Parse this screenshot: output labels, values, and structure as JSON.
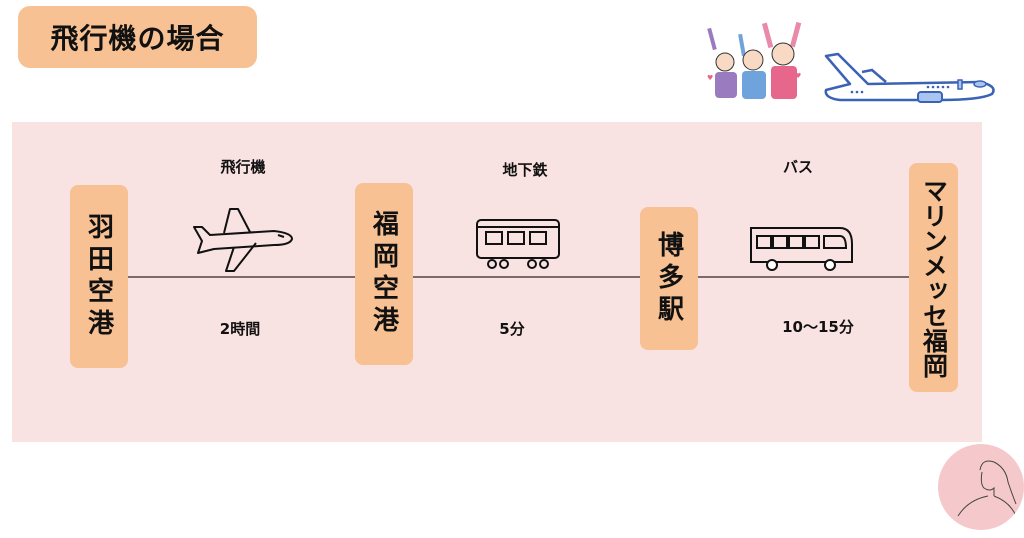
{
  "title": "飛行機の場合",
  "stations": [
    "羽田空港",
    "福岡空港",
    "博多駅",
    "マリンメッセ福岡"
  ],
  "segments": [
    {
      "mode": "飛行機",
      "duration": "2時間",
      "icon": "airplane-icon"
    },
    {
      "mode": "地下鉄",
      "duration": "5分",
      "icon": "train-icon"
    },
    {
      "mode": "バス",
      "duration": "10〜15分",
      "icon": "bus-icon"
    }
  ],
  "colors": {
    "station_box": "#f7c193",
    "panel": "#f9e3e2",
    "avatar_bg": "#f5c9cb"
  }
}
